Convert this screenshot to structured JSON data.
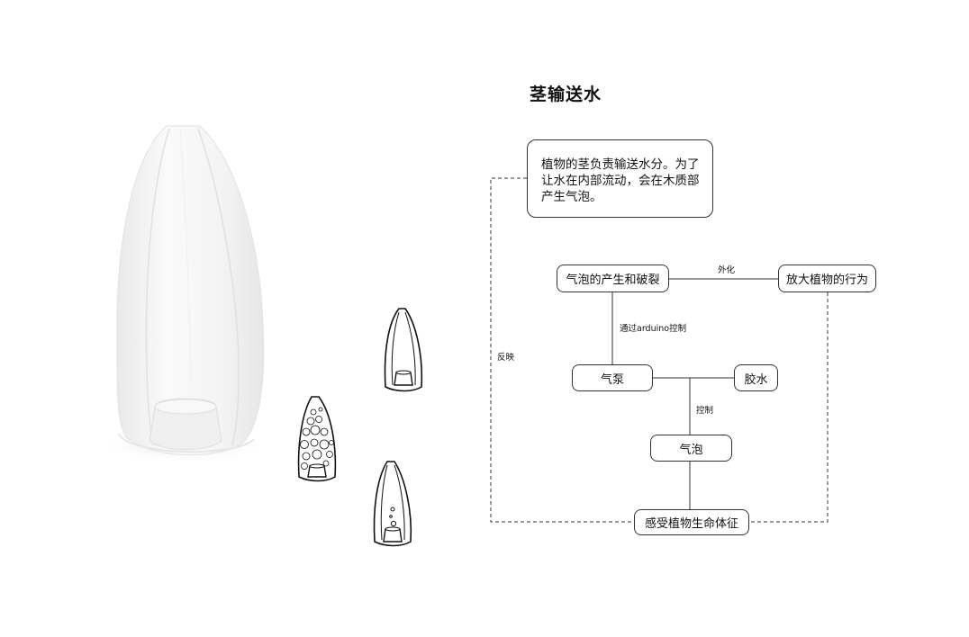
{
  "title": "茎输送水",
  "note": "植物的茎负责输送水分。为了让水在内部流动，会在木质部产生气泡。",
  "nodes": {
    "bubble_form": "气泡的产生和破裂",
    "amplify": "放大植物的行为",
    "pump": "气泵",
    "glue": "胶水",
    "bubble": "气泡",
    "sense": "感受植物生命体征"
  },
  "edge_labels": {
    "externalize": "外化",
    "via_arduino": "通过arduino控制",
    "control": "控制",
    "feedback": "反映"
  },
  "colors": {
    "line": "#333333",
    "render_shell": "#f3f3f3",
    "render_shadow": "#e4e4e4"
  },
  "icons": [
    "pod-render-large",
    "pod-sketch-pebbles",
    "pod-sketch-empty",
    "pod-sketch-bubbles"
  ]
}
